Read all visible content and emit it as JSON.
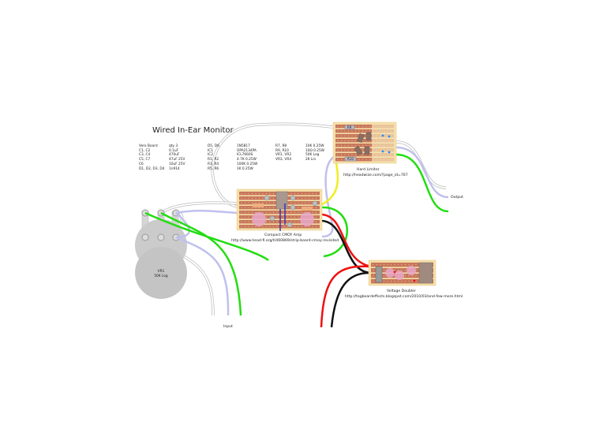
{
  "title": "Wired In-Ear Monitor",
  "bom": {
    "col1_refs": [
      "Vero Board",
      "C1, C2",
      "C3, C4",
      "C5, C7",
      "C6",
      "D1, D2, D3, D4"
    ],
    "col1_vals": [
      "qty 3",
      "0.1uF",
      "470uF",
      "47uF 25V",
      "10uF 25V",
      "1n914"
    ],
    "col2_refs": [
      "D5, D6",
      "IC1",
      "IC2",
      "R1, R2",
      "R3, R4",
      "R5, R6"
    ],
    "col2_vals": [
      "1N5817",
      "OPA2134PA",
      "ICL7660S",
      "4.7K 0.25W",
      "100K 0.25W",
      "1K 0.25W"
    ],
    "col3_refs": [
      "R7, R8",
      "R9, R10",
      "VR1, VR2",
      "VR3, VR4"
    ],
    "col3_vals": [
      "10K 0.25W",
      "10Ω 0.25W",
      "50K Log",
      "2K Lin"
    ]
  },
  "boards": {
    "hard_limiter": {
      "name": "Hard Limiter",
      "url": "http://headwize.com/?page_id=767"
    },
    "cmoy": {
      "name": "Compact CMOY Amp",
      "url": "http://www.head-fi.org/t/460869/strip-board-cmoy-revisited"
    },
    "doubler": {
      "name": "Voltage Doubler",
      "url": "http://tagboardeffects.blogspot.com/2010/03/and-few-more.html"
    }
  },
  "pot": {
    "ref": "VR1",
    "value": "50K Log"
  },
  "labels": {
    "input": "Input",
    "output": "Output"
  },
  "colors": {
    "board": "#f5dfa8",
    "strip": "#c8765a",
    "wire_green": "#22dd11",
    "wire_lavender": "#c0c0ee",
    "wire_red": "#ee1111",
    "wire_black": "#111111",
    "wire_yellow": "#eeee22",
    "pot": "#c8c8c8"
  }
}
